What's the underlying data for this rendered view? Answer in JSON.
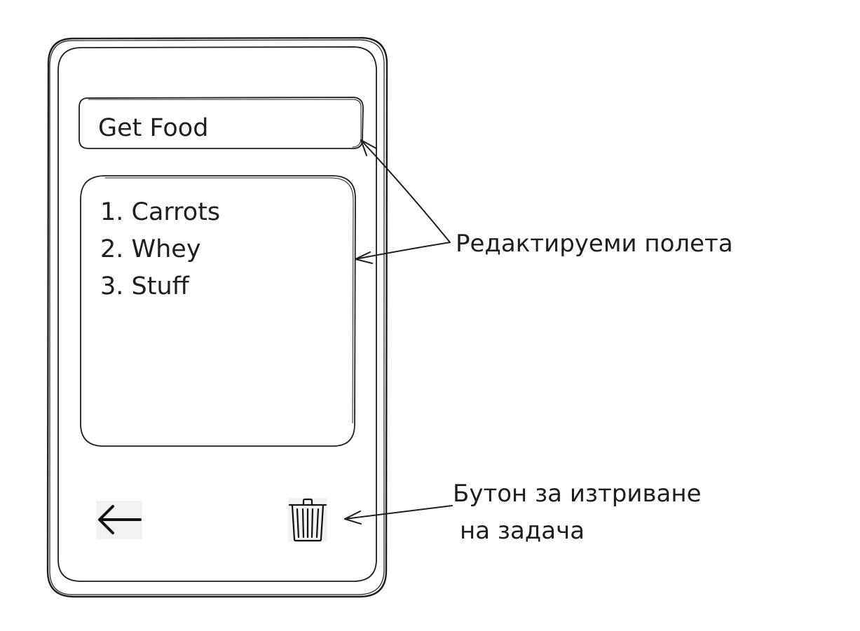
{
  "editor": {
    "title_value": "Get Food",
    "list_items": [
      "1. Carrots",
      "2. Whey",
      "3. Stuff"
    ]
  },
  "buttons": {
    "back_icon": "arrow-left-icon",
    "delete_icon": "trash-icon"
  },
  "annotations": {
    "editable_fields": "Редактируеми полета",
    "delete_button_line1": "Бутон за изтриване",
    "delete_button_line2": "на задача"
  },
  "colors": {
    "stroke": "#1e1e1e",
    "icon_bg": "#f2f2f2",
    "background": "#ffffff"
  }
}
